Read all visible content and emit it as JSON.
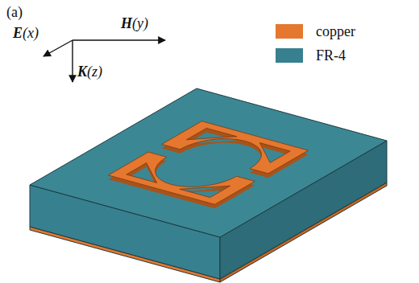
{
  "diagram": {
    "labels": [
      "(a)",
      "E(x)",
      "H(y)",
      "K(z)"
    ],
    "legend": [
      {
        "text": "copper",
        "color": "#e5772f"
      },
      {
        "text": "FR-4",
        "color": "#37808f"
      }
    ]
  }
}
